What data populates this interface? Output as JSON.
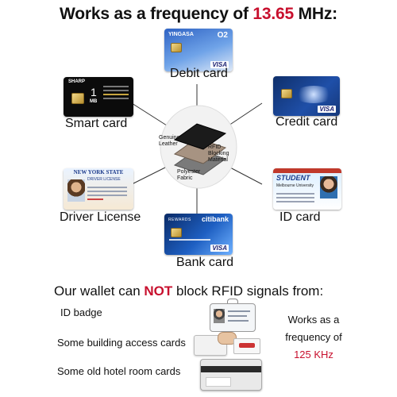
{
  "headline": {
    "prefix": "Works as a frequency of ",
    "value": "13.65",
    "suffix": " MHz:"
  },
  "cards": {
    "debit": {
      "label": "Debit card",
      "bank": "YINGASA",
      "logo": "O2",
      "visa": "VISA"
    },
    "smart": {
      "label": "Smart card",
      "brand": "SHARP",
      "num": "1",
      "size": "MB"
    },
    "credit": {
      "label": "Credit card",
      "visa": "VISA"
    },
    "driver": {
      "label": "Driver License",
      "state": "NEW YORK STATE",
      "title": "DRIVER LICENSE"
    },
    "id": {
      "label": "ID card",
      "title": "STUDENT",
      "school": "Melbourne University"
    },
    "bank": {
      "label": "Bank card",
      "brand": "citibank",
      "tag": "REWARDS",
      "visa": "VISA"
    }
  },
  "layers": {
    "leather": "Genuine Leather",
    "rfid": "RFID Blocking Material",
    "polyester": "Polyester Fabric"
  },
  "cannot_block": {
    "prefix": "Our wallet can ",
    "not": "NOT",
    "suffix": " block RFID signals from:",
    "items": [
      "ID badge",
      "Some building access cards",
      "Some old hotel room cards"
    ]
  },
  "frequency_note": {
    "line1": "Works as a",
    "line2": "frequency of",
    "value": "125 KHz"
  },
  "colors": {
    "accent_red": "#c8102e",
    "card_blue": "#1f4fa8",
    "visa_blue": "#1a1f71"
  },
  "icons": [
    "wallet-layers-icon",
    "id-badge-icon",
    "access-card-icon",
    "hotel-key-card-icon"
  ]
}
